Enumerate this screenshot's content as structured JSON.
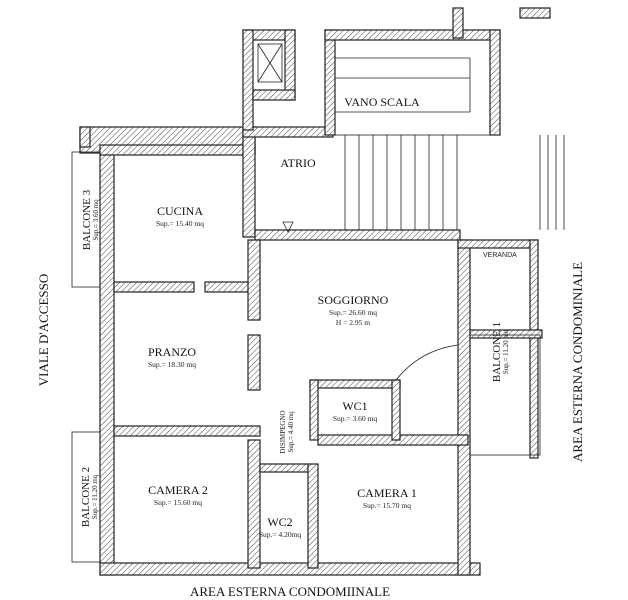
{
  "rooms": {
    "cucina": {
      "name": "CUCINA",
      "sup": "Sup.= 15.40 mq"
    },
    "soggiorno": {
      "name": "SOGGIORNO",
      "sup": "Sup.= 26.60 mq",
      "height": "H = 2.95 m"
    },
    "pranzo": {
      "name": "PRANZO",
      "sup": "Sup.= 18.30 mq"
    },
    "wc1": {
      "name": "WC1",
      "sup": "Sup.= 3.60 mq"
    },
    "disimpegno": {
      "name": "DISIMPEGNO",
      "sup": "Sup.= 4.40 mq"
    },
    "camera2": {
      "name": "CAMERA 2",
      "sup": "Sup.= 15.60 mq"
    },
    "wc2": {
      "name": "WC2",
      "sup": "Sup.= 4.20mq"
    },
    "camera1": {
      "name": "CAMERA 1",
      "sup": "Sup.= 15.70 mq"
    },
    "atrio": {
      "name": "ATRIO"
    },
    "vano_scala": {
      "name": "VANO SCALA"
    },
    "veranda": {
      "name": "VERANDA"
    }
  },
  "balconies": {
    "balcone1": {
      "name": "BALCONE 1",
      "sup": "Sup.= 11.20 mq"
    },
    "balcone2": {
      "name": "BALCONE 2",
      "sup": "Sup.= 11.20 mq"
    },
    "balcone3": {
      "name": "BALCONE 3",
      "sup": "Sup.= 3.60 mq"
    }
  },
  "outer_labels": {
    "left": "VIALE D'ACCESSO",
    "right": "AREA ESTERNA CONDOMINIALE",
    "bottom": "AREA ESTERNA CONDOMIINALE"
  }
}
